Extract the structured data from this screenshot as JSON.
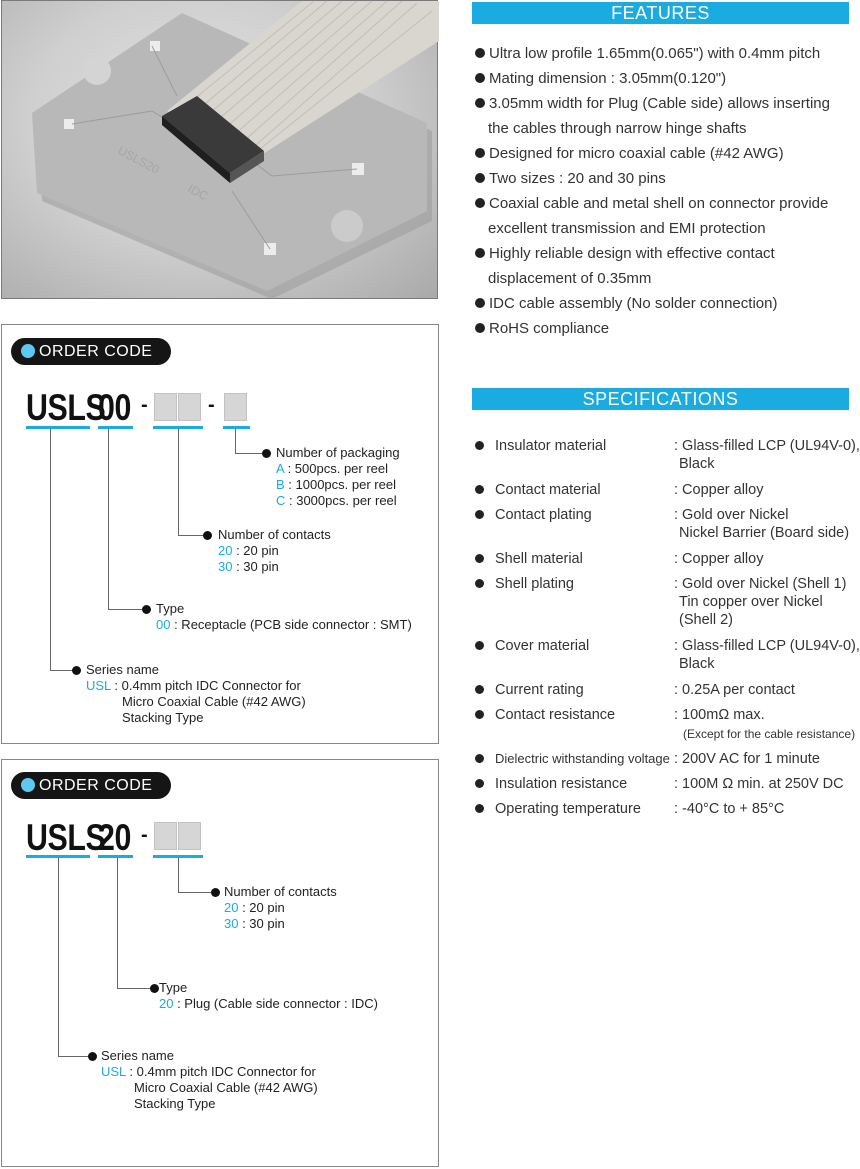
{
  "features": {
    "title": "FEATURES",
    "items": [
      "Ultra low profile 1.65mm(0.065\") with 0.4mm pitch",
      "Mating dimension : 3.05mm(0.120\")",
      "3.05mm width for Plug (Cable side) allows inserting",
      "the cables through narrow hinge shafts",
      "Designed for micro coaxial cable (#42 AWG)",
      "Two sizes : 20 and 30 pins",
      "Coaxial cable and metal shell on connector provide",
      "excellent transmission and EMI protection",
      "Highly reliable design with effective contact",
      "displacement of 0.35mm",
      "IDC cable assembly (No solder connection)",
      "RoHS compliance"
    ]
  },
  "order1": {
    "title": "ORDER  CODE",
    "code_prefix": "USLS",
    "code_type": "00",
    "dash": "-",
    "packaging": {
      "label": "Number of packaging",
      "options": [
        {
          "code": "A",
          "desc": " : 500pcs. per reel"
        },
        {
          "code": "B",
          "desc": " : 1000pcs. per reel"
        },
        {
          "code": "C",
          "desc": " : 3000pcs. per reel"
        }
      ]
    },
    "contacts": {
      "label": "Number of contacts",
      "options": [
        {
          "code": "20",
          "desc": " : 20 pin"
        },
        {
          "code": "30",
          "desc": " : 30 pin"
        }
      ]
    },
    "type": {
      "label": "Type",
      "code": "00",
      "desc": " : Receptacle (PCB side connector : SMT)"
    },
    "series": {
      "label": "Series name",
      "code": "USL",
      "desc": " : 0.4mm pitch IDC Connector for",
      "line2": "Micro Coaxial Cable (#42 AWG)",
      "line3": "Stacking Type"
    }
  },
  "order2": {
    "title": "ORDER  CODE",
    "code_prefix": "USLS",
    "code_type": "20",
    "dash": "-",
    "contacts": {
      "label": "Number of contacts",
      "options": [
        {
          "code": "20",
          "desc": " : 20 pin"
        },
        {
          "code": "30",
          "desc": " : 30 pin"
        }
      ]
    },
    "type": {
      "label": "Type",
      "code": "20",
      "desc": " : Plug (Cable side connector : IDC)"
    },
    "series": {
      "label": "Series name",
      "code": "USL",
      "desc": " : 0.4mm pitch IDC Connector for",
      "line2": "Micro Coaxial Cable (#42 AWG)",
      "line3": "Stacking Type"
    }
  },
  "specifications": {
    "title": "SPECIFICATIONS",
    "rows": [
      {
        "key": "Insulator material",
        "value": ": Glass-filled LCP (UL94V-0),",
        "value2": "Black"
      },
      {
        "key": "Contact material",
        "value": ": Copper alloy"
      },
      {
        "key": "Contact plating",
        "value": ": Gold over Nickel",
        "value2": "Nickel Barrier (Board side)"
      },
      {
        "key": "Shell material",
        "value": ": Copper alloy"
      },
      {
        "key": "Shell plating",
        "value": ": Gold over Nickel (Shell 1)",
        "value2": "Tin copper over Nickel",
        "value3": "(Shell 2)"
      },
      {
        "key": "Cover material",
        "value": ": Glass-filled LCP (UL94V-0),",
        "value2": "Black"
      },
      {
        "key": "Current rating",
        "value": ": 0.25A per contact"
      },
      {
        "key": "Contact resistance",
        "value": ": 100mΩ max.",
        "value2": "(Except for the cable resistance)"
      },
      {
        "key": "Dielectric withstanding voltage",
        "value": ": 200V AC for 1 minute"
      },
      {
        "key": "Insulation resistance",
        "value": ": 100M Ω min. at 250V DC"
      },
      {
        "key": "Operating temperature",
        "value": ": -40°C to + 85°C"
      }
    ]
  },
  "colors": {
    "accent": "#1aabe0",
    "pill": "#151515",
    "pill_dot": "#5ec8f0"
  }
}
